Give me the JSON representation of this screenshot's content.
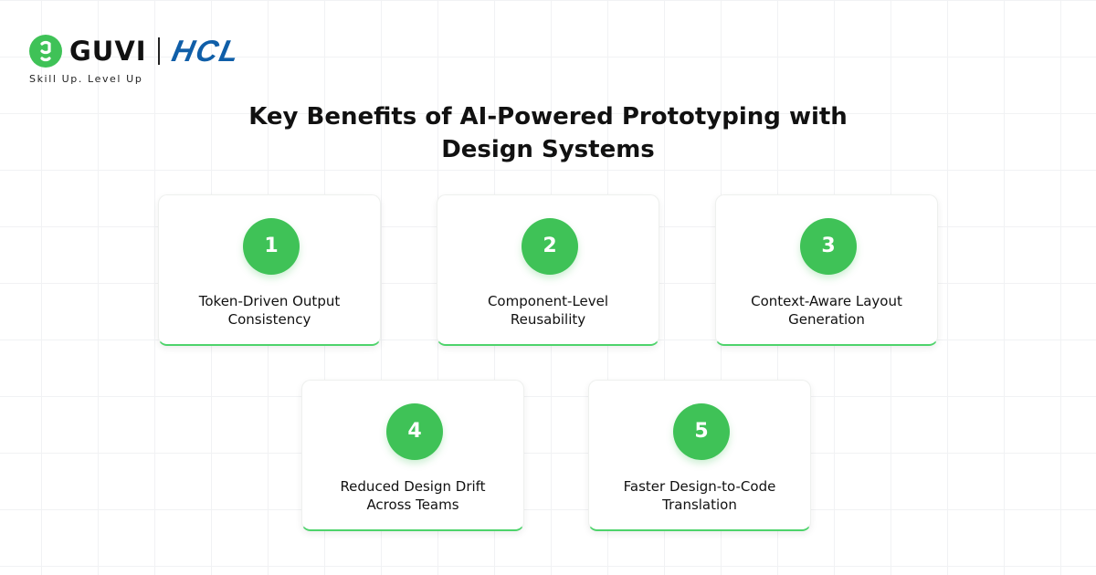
{
  "brand": {
    "guvi": "GUVI",
    "hcl": "HCL",
    "tagline": "Skill Up. Level Up"
  },
  "title": {
    "line1": "Key Benefits of AI-Powered Prototyping with",
    "line2": "Design Systems"
  },
  "colors": {
    "accent_green": "#3fc257",
    "card_border_green": "#4ed36b",
    "hcl_blue": "#0f5ea8",
    "text_dark": "#111111"
  },
  "benefits": [
    {
      "number": "1",
      "line1": "Token-Driven Output",
      "line2": "Consistency"
    },
    {
      "number": "2",
      "line1": "Component-Level",
      "line2": "Reusability"
    },
    {
      "number": "3",
      "line1": "Context-Aware Layout",
      "line2": "Generation"
    },
    {
      "number": "4",
      "line1": "Reduced Design Drift",
      "line2": "Across Teams"
    },
    {
      "number": "5",
      "line1": "Faster Design-to-Code",
      "line2": "Translation"
    }
  ]
}
